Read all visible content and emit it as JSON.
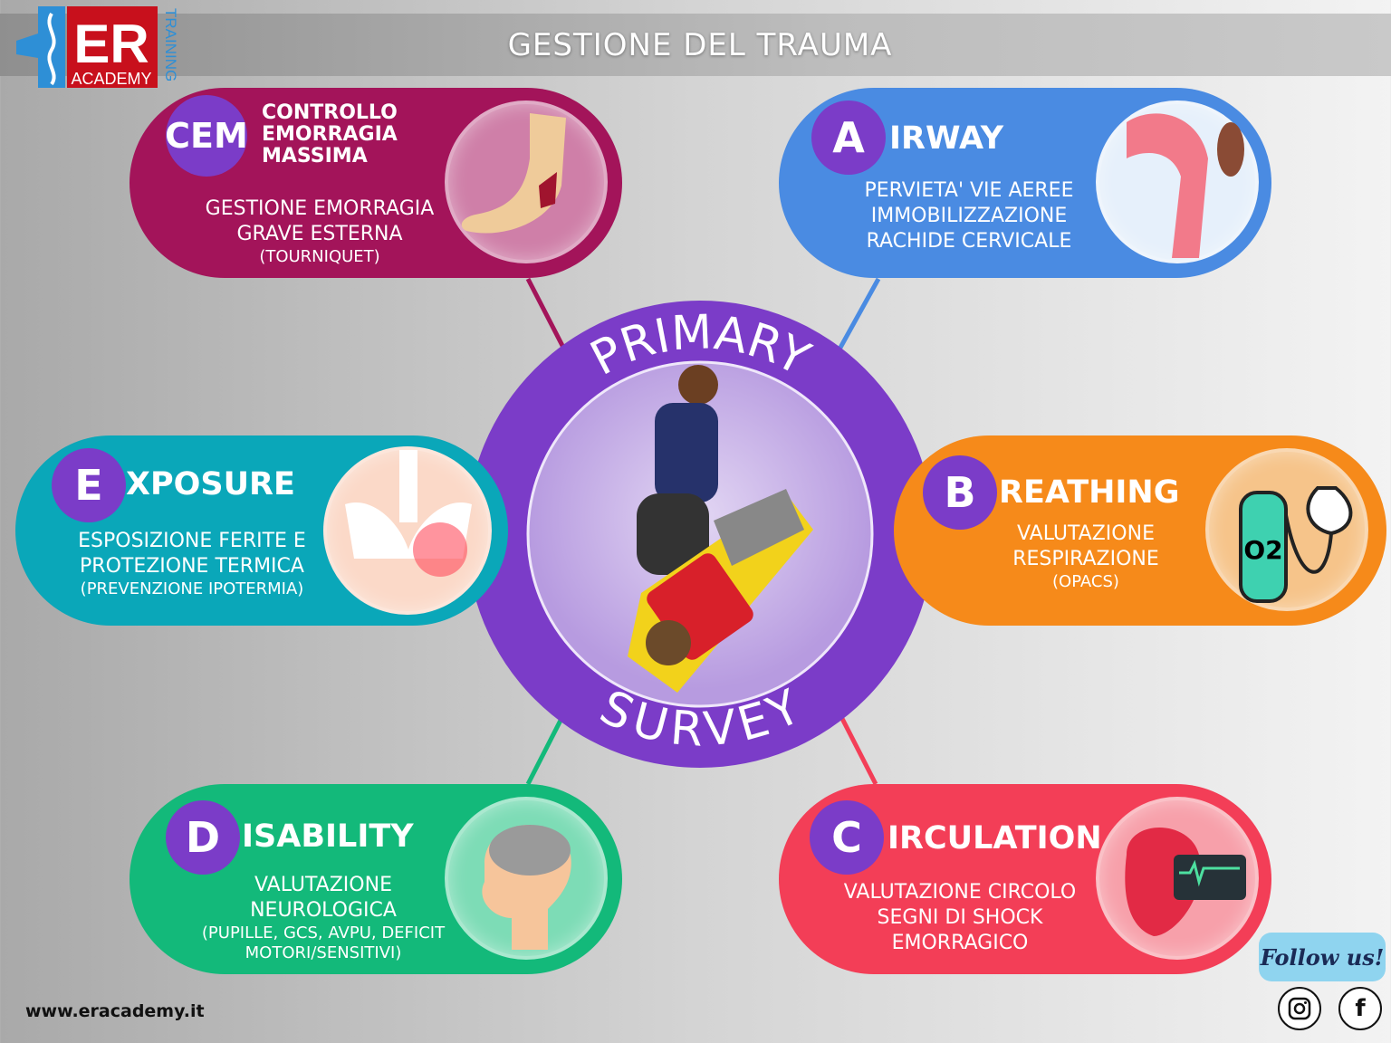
{
  "header": {
    "title": "GESTIONE DEL TRAUMA"
  },
  "logo": {
    "main": "ER",
    "sub": "ACADEMY",
    "side": "TRAINING"
  },
  "center": {
    "top_text": "PRIMARY",
    "bottom_text": "SURVEY",
    "ring_color": "#7b3cc8"
  },
  "cards": {
    "cem": {
      "letter": "CEM",
      "title_lines": [
        "CONTROLLO",
        "EMORRAGIA",
        "MASSIMA"
      ],
      "desc": [
        "GESTIONE EMORRAGIA",
        "GRAVE ESTERNA"
      ],
      "note": "(TOURNIQUET)",
      "color": "#a3145a",
      "icon": "bleeding-foot-icon"
    },
    "airway": {
      "letter": "A",
      "title": "IRWAY",
      "desc": [
        "PERVIETA' VIE AEREE",
        "IMMOBILIZZAZIONE",
        "RACHIDE CERVICALE"
      ],
      "color": "#4a8be2",
      "icon": "airway-throat-icon"
    },
    "breathing": {
      "letter": "B",
      "title": "REATHING",
      "desc": [
        "VALUTAZIONE",
        "RESPIRAZIONE"
      ],
      "note": "(OPACS)",
      "color": "#f68a1a",
      "icon": "oxygen-tank-icon",
      "icon_text": "O2"
    },
    "circulation": {
      "letter": "C",
      "title": "IRCULATION",
      "desc": [
        "VALUTAZIONE CIRCOLO",
        "SEGNI DI SHOCK",
        "EMORRAGICO"
      ],
      "color": "#f33e57",
      "icon": "heart-monitor-icon"
    },
    "disability": {
      "letter": "D",
      "title": "ISABILITY",
      "desc": [
        "VALUTAZIONE",
        "NEUROLOGICA"
      ],
      "note": [
        "(PUPILLE, GCS, AVPU, DEFICIT",
        "MOTORI/SENSITIVI)"
      ],
      "color": "#13b97a",
      "icon": "brain-head-icon"
    },
    "exposure": {
      "letter": "E",
      "title": "XPOSURE",
      "desc": [
        "ESPOSIZIONE FERITE E",
        "PROTEZIONE TERMICA"
      ],
      "note": "(PREVENZIONE IPOTERMIA)",
      "color": "#0aa7b9",
      "icon": "pelvis-icon"
    }
  },
  "footer": {
    "website": "www.eracademy.it",
    "follow": "Follow us!",
    "instagram": "instagram-icon",
    "facebook": "facebook-icon"
  }
}
